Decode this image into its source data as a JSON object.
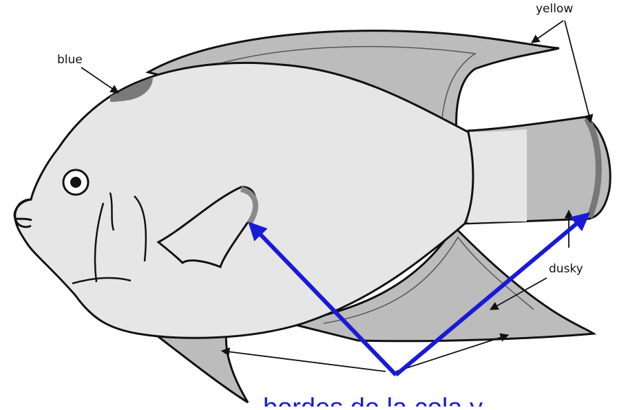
{
  "labels": {
    "blue": "blue",
    "yellow": "yellow",
    "dusky": "dusky"
  },
  "caption": "bordes de la cola y",
  "colors": {
    "body_fill": "#e6e6e6",
    "fin_fill": "#bcbcbc",
    "fin_light": "#d9d9d9",
    "blue_patch": "#7a7a7a",
    "outline": "#111111",
    "annotation_arrow": "#1a1ad6",
    "caption_text": "#1a1ad6",
    "label_arrow": "#111111"
  },
  "icons": {
    "eye": "eye-icon"
  }
}
